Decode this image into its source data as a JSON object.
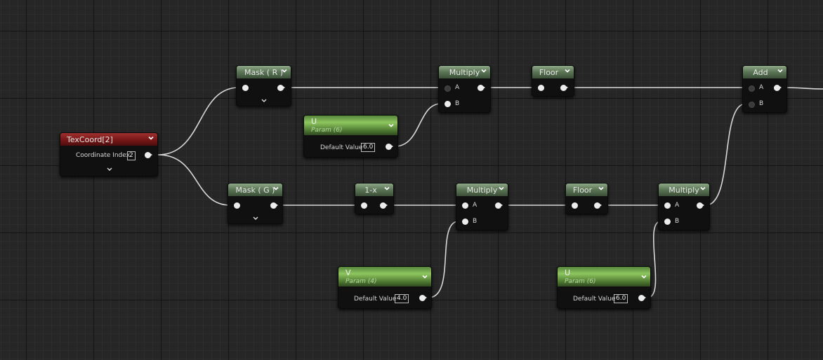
{
  "nodes": {
    "texcoord": {
      "title": "TexCoord[2]",
      "label": "Coordinate Index",
      "value": "2"
    },
    "mask_r": {
      "title": "Mask ( R )"
    },
    "mask_g": {
      "title": "Mask ( G )"
    },
    "one_minus": {
      "title": "1-x"
    },
    "multiply_top": {
      "title": "Multiply",
      "pin_a": "A",
      "pin_b": "B"
    },
    "multiply_mid": {
      "title": "Multiply",
      "pin_a": "A",
      "pin_b": "B"
    },
    "multiply_right": {
      "title": "Multiply",
      "pin_a": "A",
      "pin_b": "B"
    },
    "floor_top": {
      "title": "Floor"
    },
    "floor_bottom": {
      "title": "Floor"
    },
    "add": {
      "title": "Add",
      "pin_a": "A",
      "pin_b": "B"
    },
    "param_u_top": {
      "title": "U",
      "subtitle": "Param (6)",
      "label": "Default Value",
      "value": "6.0"
    },
    "param_v": {
      "title": "V",
      "subtitle": "Param (4)",
      "label": "Default Value",
      "value": "4.0"
    },
    "param_u_bottom": {
      "title": "U",
      "subtitle": "Param (6)",
      "label": "Default Value",
      "value": "6.0"
    }
  },
  "colors": {
    "wire": "#d8d8d8",
    "texcoord_header": "#7a1818",
    "math_header": "#5e7858",
    "param_header": "#6aa044",
    "grid_bg": "#262626"
  }
}
